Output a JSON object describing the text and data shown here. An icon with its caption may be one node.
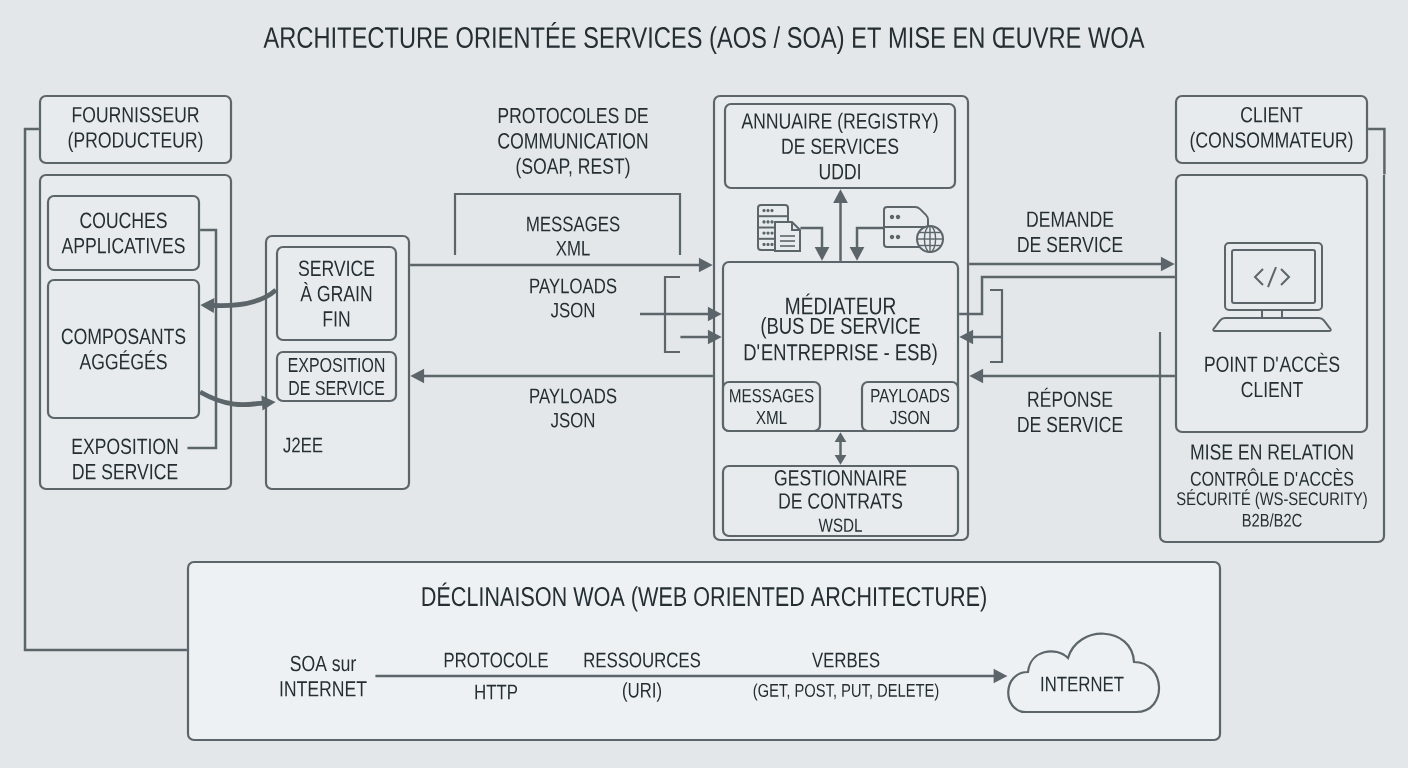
{
  "diagram": {
    "title": "ARCHITECTURE ORIENTÉE SERVICES (AOS / SOA) ET MISE EN ŒUVRE WOA",
    "nodes": [
      {
        "text": [
          "FOURNISSEUR (PRODUCTEUR)"
        ]
      },
      {
        "text": [],
        "shape": "box"
      },
      {
        "text": [
          "COUCHES APPLICATIVES"
        ],
        "in": 1
      },
      {
        "text": [
          "COMPOSANTS AGGÉGÉS"
        ],
        "in": 1
      },
      {
        "text": [
          "EXPOSITION DE SERVICE"
        ],
        "in": 1
      },
      {
        "text": [
          "J2EE"
        ]
      },
      {
        "text": [
          "SERVICE À GRAIN FIN"
        ],
        "in": 5
      },
      {
        "text": [
          "EXPOSITION DE SERVICE"
        ],
        "in": 5
      },
      {
        "text": [],
        "shape": "box"
      },
      {
        "text": [
          "ANNUAIRE (REGISTRY) DE SERVICES",
          "UDDI"
        ],
        "in": 8
      },
      {
        "text": [],
        "shape": "picture",
        "in": 8
      },
      {
        "text": [],
        "shape": "picture",
        "in": 8
      },
      {
        "text": [
          "MÉDIATEUR",
          "(BUS DE SERVICE D'ENTREPRISE - ESB)"
        ],
        "in": 8
      },
      {
        "text": [
          "MESSAGES XML"
        ],
        "in": 12
      },
      {
        "text": [
          "PAYLOADS JSON"
        ],
        "in": 12
      },
      {
        "text": [
          "GESTIONNAIRE DE CONTRATS",
          "WSDL"
        ],
        "in": 8
      },
      {
        "text": [
          "CLIENT (CONSOMMATEUR)"
        ]
      },
      {
        "text": [
          "MISE EN RELATION",
          "CONTRÔLE D'ACCÈS",
          "SÉCURITÉ (WS-SECURITY)",
          "B2B/B2C"
        ]
      },
      {
        "text": [
          "POINT D'ACCÈS CLIENT"
        ],
        "in": 17
      },
      {
        "text": [
          "DÉCLINAISON WOA (WEB ORIENTED ARCHITECTURE)"
        ]
      },
      {
        "text": [
          "SOA sur INTERNET"
        ],
        "in": 19
      },
      {
        "text": [
          "INTERNET"
        ],
        "in": 19
      },
      {
        "text": [],
        "shape": "bracket"
      },
      {
        "text": [],
        "shape": "bracket"
      }
    ],
    "edges": [
      {
        "from": 6,
        "to": 3,
        "arrow": "to",
        "style": "thick"
      },
      {
        "from": 3,
        "to": 7,
        "arrow": "to",
        "style": "thick"
      },
      {
        "from": 2,
        "to": 4,
        "arrow": "none"
      },
      {
        "from": 5,
        "to": 8,
        "arrow": "to",
        "label": "MESSAGES XML"
      },
      {
        "from": null,
        "to": 12,
        "arrow": "to"
      },
      {
        "from": 22,
        "to": 12,
        "arrow": "to"
      },
      {
        "from": 8,
        "to": 5,
        "arrow": "to",
        "label": "PAYLOADS JSON"
      },
      {
        "from": 10,
        "to": 12,
        "arrow": "to"
      },
      {
        "from": 11,
        "to": 12,
        "arrow": "to"
      },
      {
        "from": 12,
        "to": 9,
        "arrow": "to"
      },
      {
        "from": 12,
        "to": 15,
        "arrow": "both"
      },
      {
        "from": 8,
        "to": 18,
        "arrow": "to",
        "label": "DEMANDE DE SERVICE"
      },
      {
        "from": 18,
        "to": 12,
        "arrow": "none"
      },
      {
        "from": 23,
        "to": 12,
        "arrow": "to"
      },
      {
        "from": 18,
        "to": 8,
        "arrow": "to",
        "label": "RÉPONSE DE SERVICE"
      },
      {
        "from": 16,
        "to": 17,
        "arrow": "none"
      },
      {
        "from": 0,
        "to": 19,
        "arrow": "none"
      },
      {
        "from": 20,
        "to": 21,
        "arrow": "to"
      }
    ],
    "labels": [
      "PROTOCOLES DE COMMUNICATION (SOAP, REST)",
      "PAYLOADS JSON",
      "PROTOCOLE",
      "RESSOURCES",
      "VERBES",
      "HTTP",
      "(URI)",
      "(GET, POST, PUT, DELETE)"
    ]
  }
}
